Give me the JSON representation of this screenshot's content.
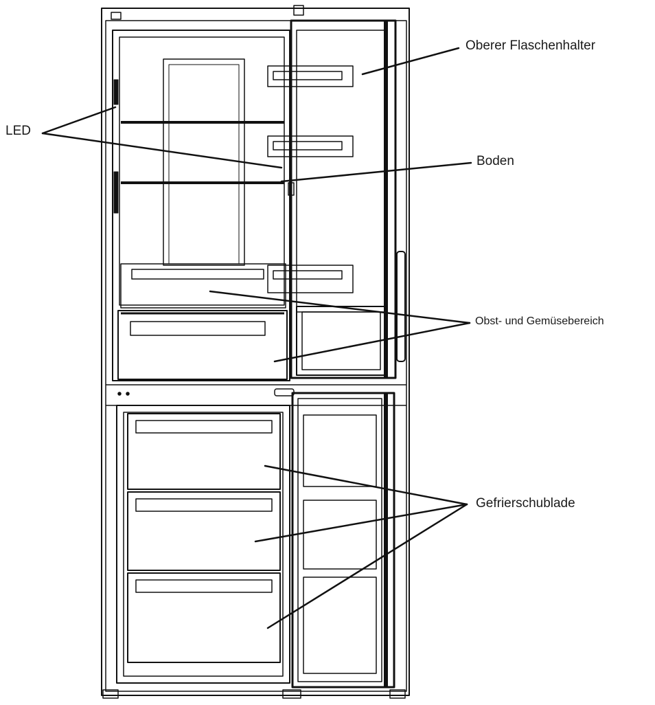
{
  "labels": {
    "led": "LED",
    "oberer_flaschenhalter": "Oberer Flaschenhalter",
    "boden": "Boden",
    "obst_gemuese": "Obst- und Gemüsebereich",
    "gefrierschublade": "Gefrierschublade"
  },
  "colors": {
    "line": "#111111",
    "background": "#ffffff"
  }
}
